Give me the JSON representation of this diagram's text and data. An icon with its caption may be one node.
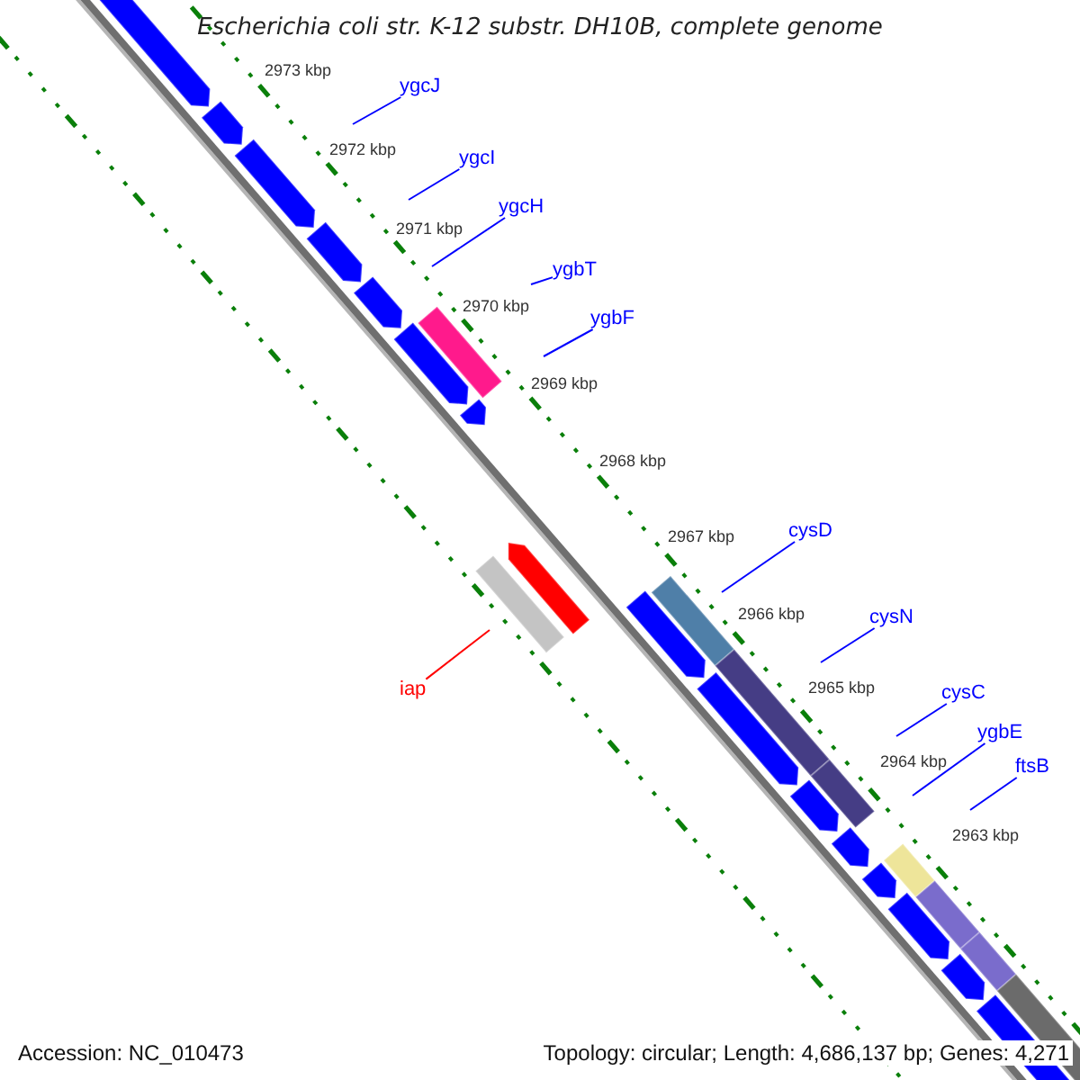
{
  "diagram": {
    "title": "Escherichia coli str. K-12 substr. DH10B, complete genome",
    "nodes": [
      {
        "text": [
          "ygcJ"
        ]
      },
      {
        "text": [
          "ygcI"
        ]
      },
      {
        "text": [
          "ygcH"
        ]
      },
      {
        "text": [
          "ygbT"
        ]
      },
      {
        "text": [
          "ygbF"
        ]
      },
      {
        "text": [
          "cysD"
        ]
      },
      {
        "text": [
          "cysN"
        ]
      },
      {
        "text": [
          "iap"
        ]
      },
      {
        "text": [
          "cysC"
        ]
      },
      {
        "text": [
          "ygbE"
        ]
      },
      {
        "text": [
          "ftsB"
        ]
      }
    ],
    "edges": [
      {
        "from": 0,
        "to": null,
        "arrow": "none"
      },
      {
        "from": 1,
        "to": null,
        "arrow": "none"
      },
      {
        "from": 2,
        "to": null,
        "arrow": "none"
      },
      {
        "from": 3,
        "to": null,
        "arrow": "none"
      },
      {
        "from": 4,
        "to": null,
        "arrow": "none"
      },
      {
        "from": 5,
        "to": null,
        "arrow": "none"
      },
      {
        "from": 6,
        "to": null,
        "arrow": "none"
      },
      {
        "from": 7,
        "to": null,
        "arrow": "none",
        "color": "#ff0000"
      },
      {
        "from": 8,
        "to": null,
        "arrow": "none"
      },
      {
        "from": 9,
        "to": null,
        "arrow": "none"
      },
      {
        "from": 10,
        "to": null,
        "arrow": "none"
      }
    ],
    "labels": [
      "2973 kbp",
      "2972 kbp",
      "2971 kbp",
      "2970 kbp",
      "2969 kbp",
      "2968 kbp",
      "2967 kbp",
      "2966 kbp",
      "2965 kbp",
      "2964 kbp",
      "2963 kbp",
      "Accession: NC_010473",
      "Topology: circular; Length: 4,686,137 bp; Genes: 4,271"
    ]
  }
}
